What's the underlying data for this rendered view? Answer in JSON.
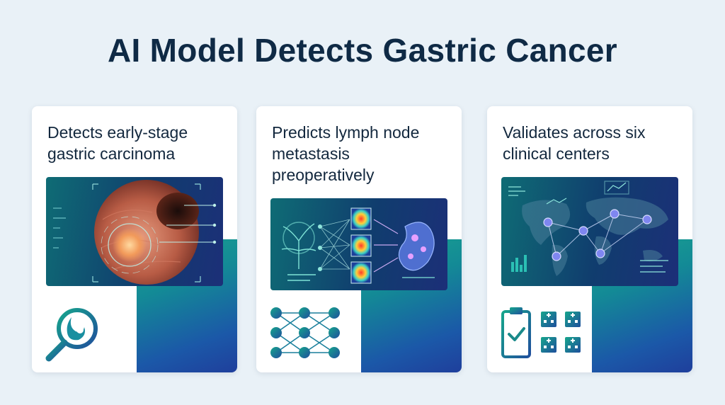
{
  "title": "AI Model Detects Gastric Cancer",
  "cards": [
    {
      "heading": "Detects early-stage gastric carcinoma",
      "panel_icon": "endoscopy-image",
      "bottom_icon": "stomach-magnifier-icon"
    },
    {
      "heading": "Predicts lymph node metastasis preoperatively",
      "panel_icon": "neural-network-heatmap",
      "bottom_icon": "neural-network-icon"
    },
    {
      "heading": "Validates across six clinical centers",
      "panel_icon": "world-map-network",
      "bottom_icon": "clipboard-hospitals-icon"
    }
  ],
  "colors": {
    "background": "#e9f1f7",
    "title": "#0f2a45",
    "teal": "#1aa38f",
    "blue": "#1f3f9c"
  }
}
